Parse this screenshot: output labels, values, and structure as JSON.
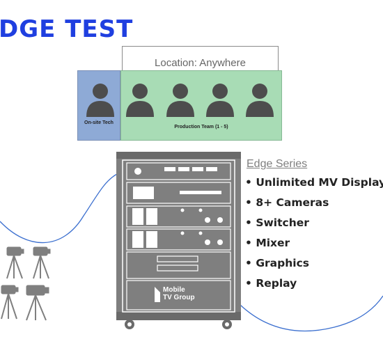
{
  "title": "DGE TEST",
  "location_label": "Location: Anywhere",
  "onsite_label": "On-site Tech",
  "team_label": "Production Team (1 - 5)",
  "edge_series": {
    "heading": "Edge Series",
    "features": [
      "Unlimited MV Displays",
      "8+ Cameras",
      "Switcher",
      "Mixer",
      "Graphics",
      "Replay"
    ]
  },
  "rack_logo": {
    "line1": "Mobile",
    "line2": "TV Group"
  },
  "icons": [
    "person-icon",
    "camera-tripod-icon",
    "equipment-rack-icon",
    "mobile-tv-group-logo"
  ],
  "colors": {
    "title": "#1f3fe0",
    "onsite": "#8eaad6",
    "team": "#a8dcb5",
    "rack": "#7f7f7f",
    "cable": "#3b6fcf"
  }
}
